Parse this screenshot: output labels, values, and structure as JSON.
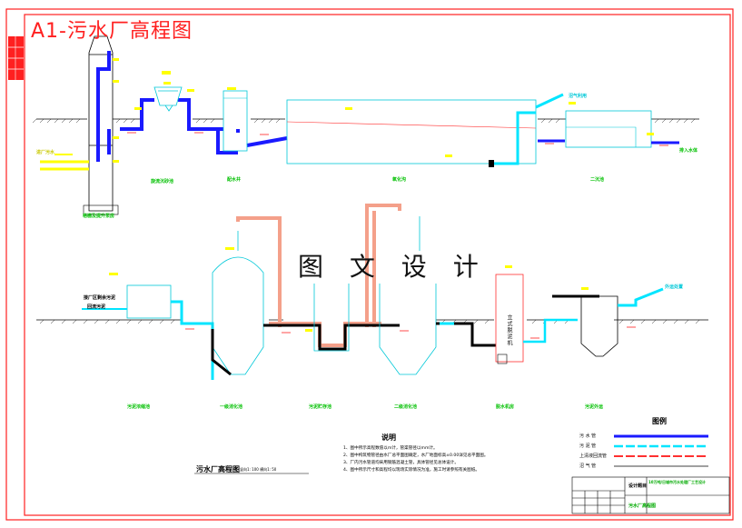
{
  "title": "A1-污水厂高程图",
  "watermark": "图 文 设 计",
  "drawing_title": "污水厂高程图",
  "drawing_scale": "竖向1: 100 横向1: 50",
  "notes": {
    "heading": "说明",
    "items": [
      "1、图中所示高程数值以m计，管渠管径以mm计。",
      "2、图中构筑物管径由水厂总平面图确定，水厂地面标高±0.00详见总平面图。",
      "3、厂内污水管道均采用钢筋混凝土管，具体管径见总体设计。",
      "4、图中所示尺寸和高程均以现场实际情况为准，施工时请参照有关图纸。"
    ]
  },
  "legend": {
    "heading": "图例",
    "items": [
      {
        "label": "污 水 管",
        "color": "#1a1aff",
        "style": "solid"
      },
      {
        "label": "污 泥 管",
        "color": "#00e5ff",
        "style": "dash"
      },
      {
        "label": "上清液回流管",
        "color": "#ff3030",
        "style": "dash"
      },
      {
        "label": "沼 气 管",
        "color": "#000000",
        "style": "thin"
      }
    ]
  },
  "units_top": [
    "格栅及提升泵房",
    "旋流沉砂池",
    "配水井",
    "氧化沟",
    "二沉池"
  ],
  "units_bottom": [
    "污泥浓缩池",
    "一级消化池",
    "污泥贮存池",
    "二级消化池",
    "脱水机房",
    "污泥外运"
  ],
  "side_labels": {
    "inlet": "进厂污水",
    "outlet": "排入水体",
    "sludge_in_1": "接厂区剩余污泥",
    "sludge_in_2": "回流污泥",
    "sludge_out": "外运处置",
    "gas": "沼气利用"
  },
  "dewatering_label": "立式脱泥机",
  "title_block": {
    "design_label": "设计题目",
    "design_value": "10万吨/日城市污水处理厂工艺设计",
    "drawing_label": "污水厂高程图"
  },
  "colors": {
    "frame": "#ff2020",
    "structure": "#00c8d8",
    "sewage": "#1a1aff",
    "sludge": "#00e5ff",
    "return": "#f4a08a",
    "gas": "#000000",
    "label_box": "#ffff00",
    "label_green": "#00c000"
  }
}
